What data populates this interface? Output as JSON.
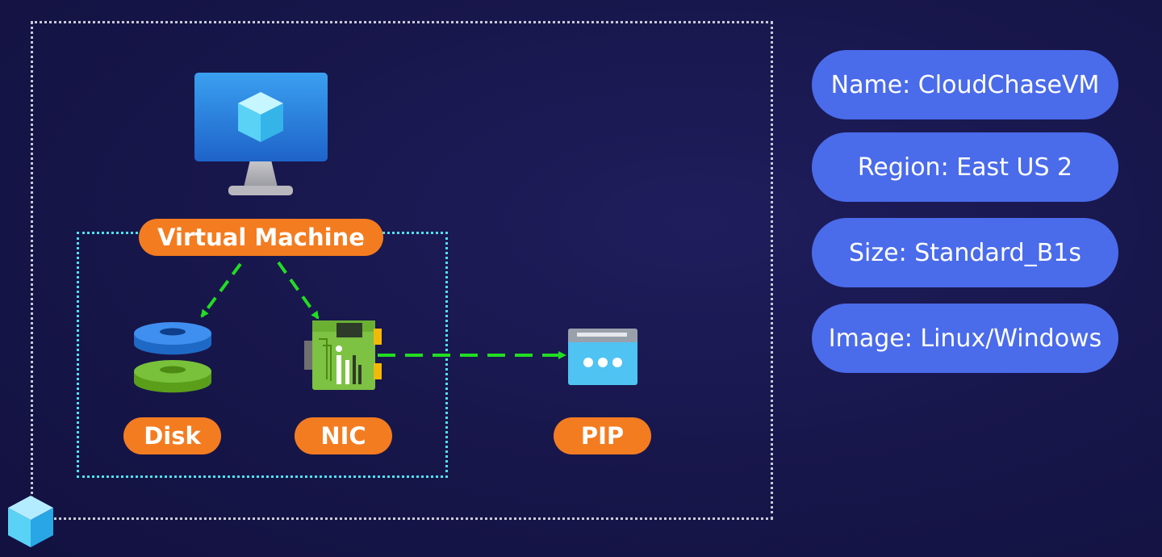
{
  "diagram": {
    "vm_label": "Virtual Machine",
    "disk_label": "Disk",
    "nic_label": "NIC",
    "pip_label": "PIP"
  },
  "specs": [
    {
      "text": "Name: CloudChaseVM"
    },
    {
      "text": "Region: East US 2"
    },
    {
      "text": "Size: Standard_B1s"
    },
    {
      "text": "Image: Linux/Windows"
    }
  ],
  "colors": {
    "background": "#17164a",
    "pill_orange": "#f47c20",
    "spec_blue": "#4a6bea",
    "arrow_green": "#22dd22",
    "outer_border": "#c9c9d6",
    "inner_border": "#4fe0ee"
  },
  "icons": [
    "monitor-icon",
    "disk-icon",
    "nic-icon",
    "pip-icon",
    "resource-group-cube-icon"
  ]
}
